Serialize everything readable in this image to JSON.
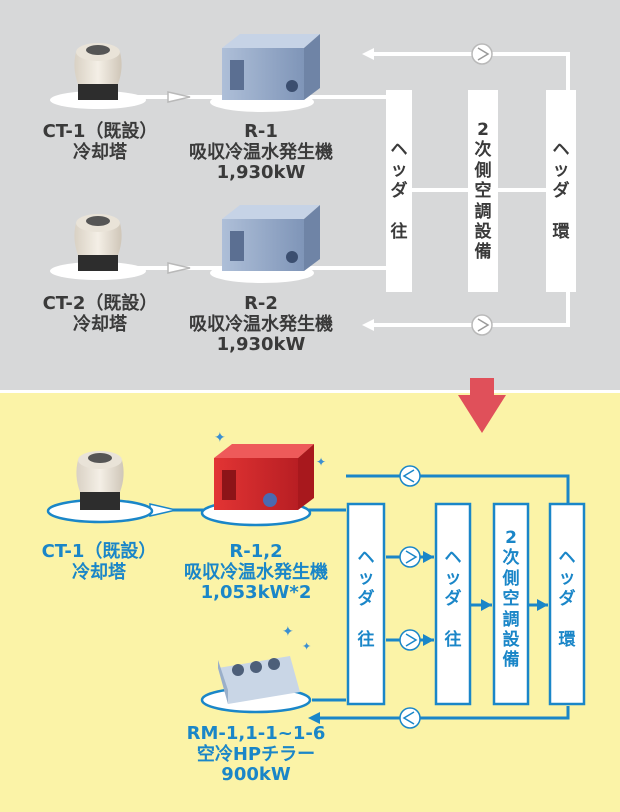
{
  "before": {
    "ct1": {
      "name": "CT-1（既設）",
      "type": "冷却塔"
    },
    "ct2": {
      "name": "CT-2（既設）",
      "type": "冷却塔"
    },
    "r1": {
      "name": "R-1",
      "type": "吸収冷温水発生機",
      "capacity": "1,930kW"
    },
    "r2": {
      "name": "R-2",
      "type": "吸収冷温水発生機",
      "capacity": "1,930kW"
    },
    "header_supply": [
      "ヘ",
      "ッ",
      "ダ",
      "",
      "往"
    ],
    "secondary": [
      "2",
      "次",
      "側",
      "空",
      "調",
      "設",
      "備"
    ],
    "header_return": [
      "ヘ",
      "ッ",
      "ダ",
      "",
      "環"
    ]
  },
  "after": {
    "ct1": {
      "name": "CT-1（既設）",
      "type": "冷却塔"
    },
    "r12": {
      "name": "R-1,2",
      "type": "吸収冷温水発生機",
      "capacity": "1,053kW*2"
    },
    "rm": {
      "name": "RM-1,1-1~1-6",
      "type": "空冷HPチラー",
      "capacity": "900kW"
    },
    "header_supply1": [
      "ヘ",
      "ッ",
      "ダ",
      "",
      "往"
    ],
    "header_supply2": [
      "ヘ",
      "ッ",
      "ダ",
      "",
      "往"
    ],
    "secondary": [
      "2",
      "次",
      "側",
      "空",
      "調",
      "設",
      "備"
    ],
    "header_return": [
      "ヘ",
      "ッ",
      "ダ",
      "",
      "環"
    ]
  },
  "colors": {
    "top_bg": "#d7d8d9",
    "bottom_bg": "#fbf3a7",
    "blue": "#1a86c8",
    "arrow": "#e0505a",
    "new_unit": "#d8262b"
  }
}
